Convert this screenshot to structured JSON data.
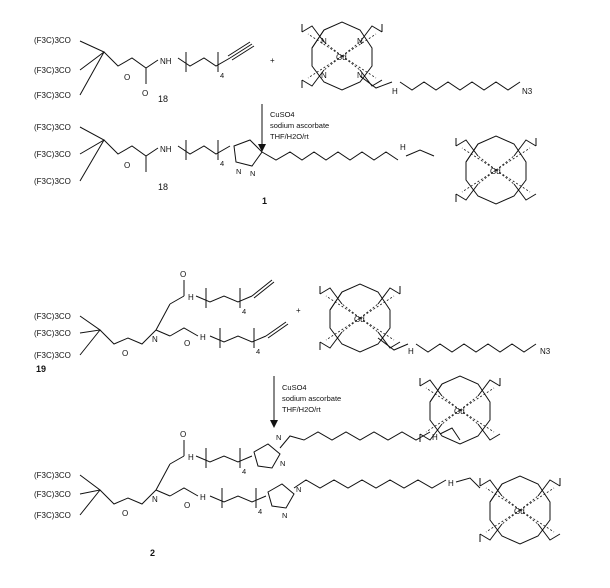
{
  "scheme": {
    "reagent_group": "(F3C)3CO",
    "compound_18": "18",
    "compound_1": "1",
    "compound_19": "19",
    "compound_2": "2",
    "plus": "+",
    "subscript_4": "4",
    "atom_nh": "NH",
    "atom_h": "H",
    "atom_n": "N",
    "atom_o": "O",
    "atom_gd": "Gd",
    "azide": "N3",
    "conditions": {
      "catalyst": "CuSO4",
      "reductant": "sodium ascorbate",
      "solvent": "THF/H2O/rt"
    }
  }
}
